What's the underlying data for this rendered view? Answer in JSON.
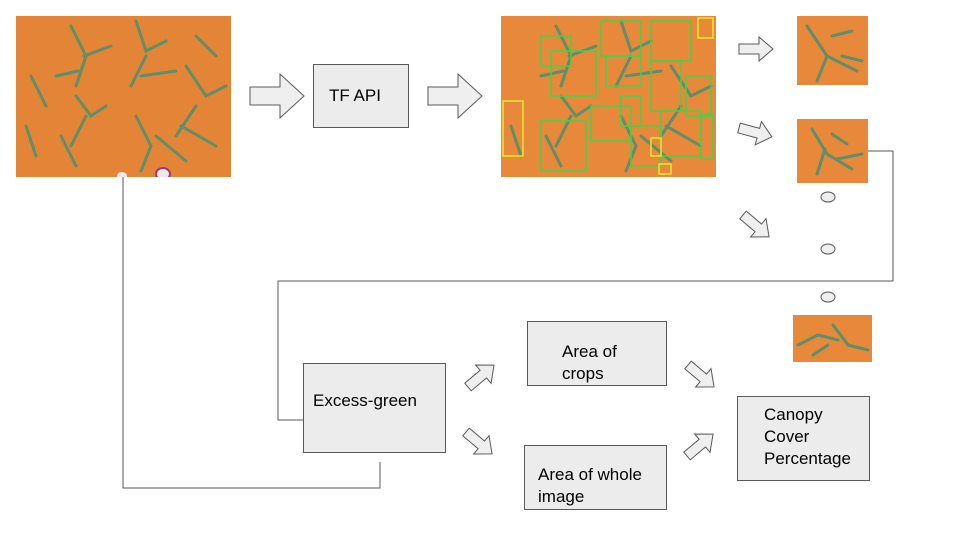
{
  "boxes": {
    "tf_api": "TF API",
    "excess_green": "Excess-green",
    "area_crops": "Area of crops",
    "area_whole": "Area of whole image",
    "canopy": "Canopy Cover Percentage"
  },
  "colors": {
    "box_fill": "#ececec",
    "soil": "#e8883a",
    "plant": "#5f8f6a",
    "bbox_green": "#3dd64a",
    "bbox_yellow": "#e8e82a",
    "arrow_fill": "#efefef",
    "line": "#595959"
  },
  "icons": [
    "block-arrow-right-icon",
    "block-arrow-diagonal-icon",
    "ellipsis-dot-icon"
  ]
}
